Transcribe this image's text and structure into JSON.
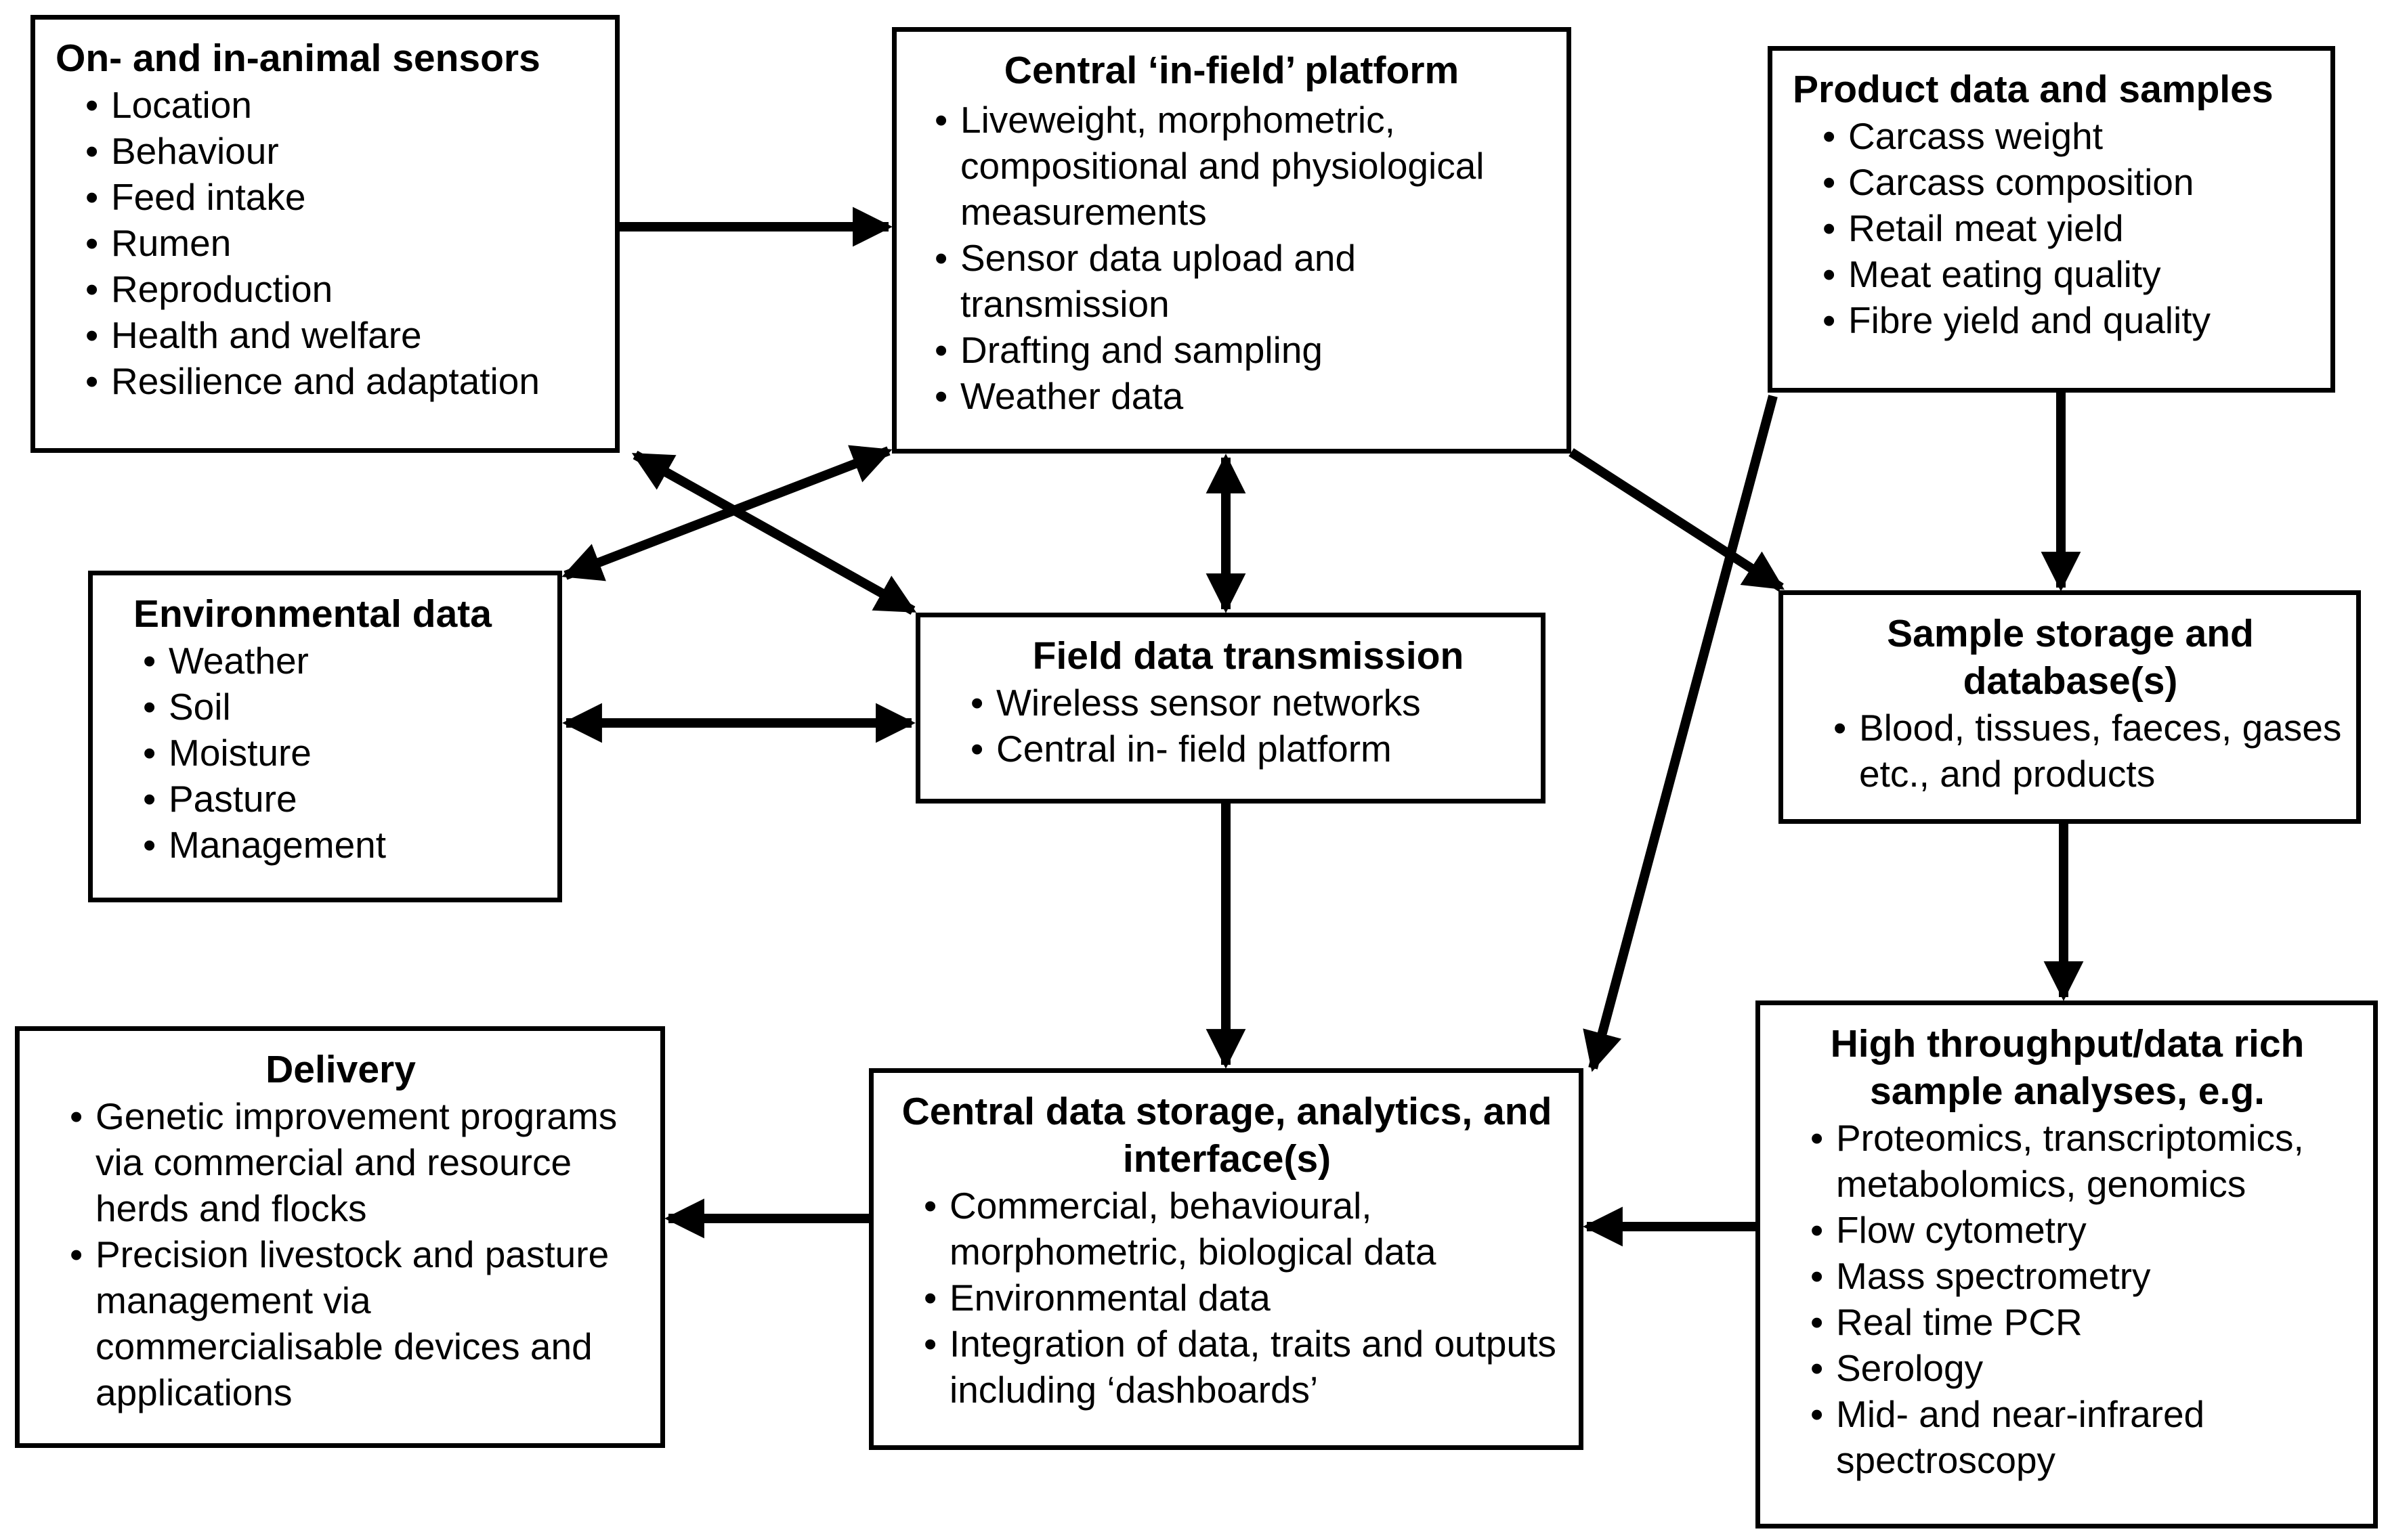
{
  "boxes": {
    "sensors": {
      "title": "On- and in-animal sensors",
      "items": [
        "Location",
        "Behaviour",
        "Feed intake",
        "Rumen",
        "Reproduction",
        "Health and welfare",
        "Resilience and adaptation"
      ]
    },
    "platform": {
      "title": "Central ‘in-field’ platform",
      "items": [
        "Liveweight, morphometric, compositional and physiological measurements",
        "Sensor data upload and transmission",
        "Drafting and sampling",
        "Weather data"
      ]
    },
    "product": {
      "title": "Product data and samples",
      "items": [
        "Carcass weight",
        "Carcass composition",
        "Retail meat yield",
        "Meat eating quality",
        "Fibre yield and quality"
      ]
    },
    "environmental": {
      "title": "Environmental data",
      "items": [
        "Weather",
        "Soil",
        "Moisture",
        "Pasture",
        "Management"
      ]
    },
    "field": {
      "title": "Field data transmission",
      "items": [
        "Wireless sensor networks",
        "Central in- field platform"
      ]
    },
    "storage": {
      "title": "Sample storage and database(s)",
      "items": [
        "Blood, tissues, faeces, gases etc., and products"
      ]
    },
    "delivery": {
      "title": "Delivery",
      "items": [
        "Genetic improvement programs via commercial and resource herds and flocks",
        "Precision livestock and pasture management via commercialisable devices and applications"
      ]
    },
    "central": {
      "title": "Central data storage, analytics, and interface(s)",
      "items": [
        "Commercial, behavioural, morphometric, biological data",
        "Environmental data",
        "Integration of data, traits and outputs including ‘dashboards’"
      ]
    },
    "htp": {
      "title": "High throughput/data rich sample analyses, e.g.",
      "items": [
        "Proteomics, transcriptomics, metabolomics, genomics",
        "Flow cytometry",
        "Mass spectrometry",
        "Real time PCR",
        "Serology",
        "Mid- and near-infrared spectroscopy"
      ]
    }
  },
  "arrows": [
    {
      "from": "sensors",
      "to": "platform",
      "bidirectional": false
    },
    {
      "from": "sensors",
      "to": "field",
      "bidirectional": true
    },
    {
      "from": "platform",
      "to": "environmental",
      "bidirectional": true
    },
    {
      "from": "platform",
      "to": "field",
      "bidirectional": true
    },
    {
      "from": "platform",
      "to": "storage",
      "bidirectional": false
    },
    {
      "from": "product",
      "to": "storage",
      "bidirectional": false
    },
    {
      "from": "product",
      "to": "central",
      "bidirectional": false
    },
    {
      "from": "environmental",
      "to": "field",
      "bidirectional": true
    },
    {
      "from": "field",
      "to": "central",
      "bidirectional": false
    },
    {
      "from": "storage",
      "to": "htp",
      "bidirectional": false
    },
    {
      "from": "htp",
      "to": "central",
      "bidirectional": false
    },
    {
      "from": "central",
      "to": "delivery",
      "bidirectional": false
    }
  ]
}
